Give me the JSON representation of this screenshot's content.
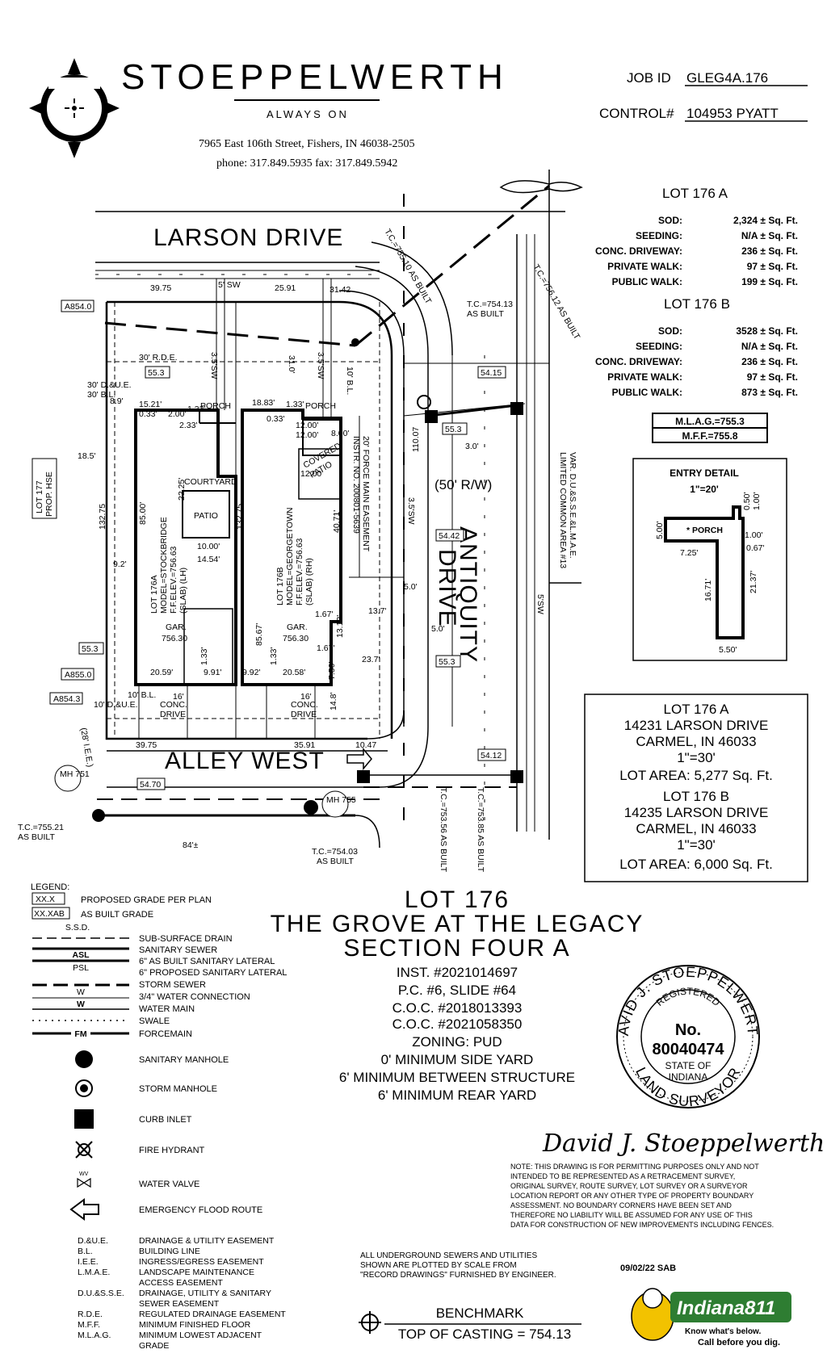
{
  "company": {
    "name": "STOEPPELWERTH",
    "tagline": "ALWAYS ON",
    "address": "7965 East 106th Street,  Fishers, IN  46038-2505",
    "phone": "phone: 317.849.5935   fax: 317.849.5942"
  },
  "job": {
    "job_id_label": "JOB ID",
    "job_id": "GLEG4A.176",
    "control_label": "CONTROL#",
    "control": "104953 PYATT"
  },
  "quantities": [
    {
      "title": "LOT 176 A",
      "rows": [
        {
          "label": "SOD:",
          "value": "2,324 ±  Sq. Ft."
        },
        {
          "label": "SEEDING:",
          "value": "N/A ±  Sq. Ft."
        },
        {
          "label": "CONC. DRIVEWAY:",
          "value": "236 ±  Sq. Ft."
        },
        {
          "label": "PRIVATE WALK:",
          "value": "97 ±  Sq. Ft."
        },
        {
          "label": "PUBLIC WALK:",
          "value": "199 ±  Sq. Ft."
        }
      ]
    },
    {
      "title": "LOT 176 B",
      "rows": [
        {
          "label": "SOD:",
          "value": "3528 ±  Sq. Ft."
        },
        {
          "label": "SEEDING:",
          "value": "N/A ±  Sq. Ft."
        },
        {
          "label": "CONC. DRIVEWAY:",
          "value": "236 ±  Sq. Ft."
        },
        {
          "label": "PRIVATE WALK:",
          "value": "97 ±  Sq. Ft."
        },
        {
          "label": "PUBLIC WALK:",
          "value": "873 ±  Sq. Ft."
        }
      ]
    }
  ],
  "grades": {
    "mlag": "M.L.A.G.=755.3",
    "mff": "M.F.F.=755.8"
  },
  "entry_detail": {
    "title": "ENTRY DETAIL",
    "scale": "1\"=20'",
    "porch": "* PORCH",
    "dims": [
      "5.00'",
      "7.25'",
      "0.50'",
      "1.00'",
      "1.00'",
      "0.67'",
      "16.71'",
      "21.37'",
      "5.50'"
    ]
  },
  "lot_info": [
    {
      "title": "LOT 176 A",
      "address": "14231 LARSON DRIVE",
      "city": "CARMEL, IN 46033",
      "scale": "1\"=30'",
      "area": "LOT AREA:  5,277 Sq. Ft."
    },
    {
      "title": "LOT 176 B",
      "address": "14235 LARSON DRIVE",
      "city": "CARMEL, IN 46033",
      "scale": "1\"=30'",
      "area": "LOT AREA:  6,000 Sq. Ft."
    }
  ],
  "plan_labels": {
    "larson": "LARSON DRIVE",
    "antiquity_1": "ANTIQUITY",
    "antiquity_2": "DRIVE",
    "alley": "ALLEY WEST",
    "rw": "(50' R/W)",
    "lot177": "LOT 177",
    "prop_hse": "PROP. HSE",
    "lot176a_lines": [
      "LOT 176A",
      "MODEL=STOCKBRIDGE",
      "F.F.ELEV.=756.63",
      "(SLAB) (LH)"
    ],
    "lot176b_lines": [
      "LOT 176B",
      "MODEL=GEORGETOWN",
      "F.F.ELEV.=756.63",
      "(SLAB) (RH)"
    ],
    "courtyard": "COURTYARD",
    "patio": "PATIO",
    "porch": "PORCH",
    "covered_patio_1": "COVERED",
    "covered_patio_2": "PATIO",
    "gar": "GAR.",
    "gar_elev": "756.30",
    "conc_drive_1": "CONC.",
    "conc_drive_2": "DRIVE",
    "force_main_1": "20' FORCE MAIN EASEMENT",
    "force_main_2": "INSTR. NO. 200801-5639",
    "limited_common_1": "LIMITED COMMON AREA #13",
    "limited_common_2": "VAR. D.U.&S.S.E.&L.M.A.E.",
    "rde": "30' R.D.E.",
    "due": "30' D.&U.E.",
    "bl": "30' B.L.",
    "mh751": "MH 751",
    "mh755": "MH 755",
    "tc_755_10": "T.C.=755.10 AS BUILT",
    "tc_754_13": "T.C.=754.13",
    "as_built": "AS BUILT",
    "tc_756_12": "T.C.=756.12 AS BUILT",
    "tc_755_21": "T.C.=755.21",
    "tc_754_03": "T.C.=754.03",
    "tc_753_56": "T.C.=753.56 AS BUILT",
    "tc_753_85": "T.C.=753.85 AS BUILT",
    "iee": "(28' I.E.E.)",
    "bl10": "10' B.L.",
    "due10": "10' D.&U.E.",
    "dim_84": "84'±",
    "grade_tags": [
      "A854.0",
      "55.3",
      "54.15",
      "55.3",
      "54.42",
      "55.3",
      "55.3",
      "A855.0",
      "A854.3",
      "54.70",
      "54.12"
    ],
    "dims": [
      "39.75",
      "5' SW",
      "25.91",
      "31.42",
      "15.21'",
      "0.33'",
      "2.00'",
      "1.33'",
      "2.33'",
      "18.83'",
      "1.33'",
      "0.33'",
      "12.00'",
      "8.00'",
      "12.00'",
      "12.00'",
      "132.75",
      "132.75",
      "85.00'",
      "22.25'",
      "10.00'",
      "14.54'",
      "18.5'",
      "9.2'",
      "8.9'",
      "85.67'",
      "40.71'",
      "13.7'",
      "1.67'",
      "13.12'",
      "1.67'",
      "7.50'",
      "23.7'",
      "20.59'",
      "9.91'",
      "9.92'",
      "20.58'",
      "14.8'",
      "1.33'",
      "1.33'",
      "16'",
      "16'",
      "39.75",
      "35.91",
      "10.47",
      "110.07",
      "3.0'",
      "5.0'",
      "31.0'",
      "3.5'SW",
      "3.5'SW",
      "10' B.L.",
      "5'SW",
      "3.5'SW",
      "5.0'"
    ]
  },
  "title_block": {
    "lot": "LOT 176",
    "sub1": "THE GROVE AT THE LEGACY",
    "sub2": "SECTION FOUR A",
    "lines": [
      "INST. #2021014697",
      "P.C. #6, SLIDE #64",
      "C.O.C. #2018013393",
      "C.O.C. #2021058350",
      "ZONING: PUD",
      "0' MINIMUM SIDE YARD",
      "6' MINIMUM BETWEEN STRUCTURE",
      "6' MINIMUM REAR YARD"
    ]
  },
  "seal": {
    "name": "DAVID J. STOEPPELWERTH",
    "registered": "REGISTERED",
    "no_label": "No.",
    "number": "80040474",
    "state1": "STATE OF",
    "state2": "INDIANA",
    "profession": "LAND SURVEYOR",
    "signature": "David J. Stoeppelwerth"
  },
  "legend": {
    "title": "LEGEND:",
    "grade_items": [
      {
        "sym": "XX.X",
        "text": "PROPOSED GRADE PER PLAN"
      },
      {
        "sym": "XX.XAB",
        "text": "AS BUILT GRADE"
      }
    ],
    "line_items": [
      {
        "sym": "S.S.D.",
        "text": "SUB-SURFACE DRAIN"
      },
      {
        "sym": "",
        "text": "SANITARY SEWER"
      },
      {
        "sym": "ASL",
        "text": "6\" AS BUILT SANITARY LATERAL"
      },
      {
        "sym": "PSL",
        "text": "6\" PROPOSED SANITARY LATERAL"
      },
      {
        "sym": "",
        "text": "STORM SEWER"
      },
      {
        "sym": "W",
        "text": "3/4\" WATER CONNECTION"
      },
      {
        "sym": "W",
        "text": "WATER MAIN"
      },
      {
        "sym": "",
        "text": "SWALE"
      },
      {
        "sym": "FM",
        "text": "FORCEMAIN"
      }
    ],
    "symbol_items": [
      {
        "text": "SANITARY MANHOLE"
      },
      {
        "text": "STORM MANHOLE"
      },
      {
        "text": "CURB INLET"
      },
      {
        "text": "FIRE HYDRANT"
      },
      {
        "text": "WATER VALVE",
        "sym": "WV"
      },
      {
        "text": "EMERGENCY FLOOD ROUTE"
      }
    ],
    "abbreviations": [
      {
        "abbr": "D.&U.E.",
        "text": "DRAINAGE & UTILITY EASEMENT"
      },
      {
        "abbr": "B.L.",
        "text": "BUILDING LINE"
      },
      {
        "abbr": "I.E.E.",
        "text": "INGRESS/EGRESS EASEMENT"
      },
      {
        "abbr": "L.M.A.E.",
        "text": "LANDSCAPE MAINTENANCE"
      },
      {
        "abbr": "",
        "text": "ACCESS EASEMENT"
      },
      {
        "abbr": "D.U.&S.S.E.",
        "text": "DRAINAGE, UTILITY & SANITARY"
      },
      {
        "abbr": "",
        "text": "SEWER EASEMENT"
      },
      {
        "abbr": "R.D.E.",
        "text": "REGULATED DRAINAGE EASEMENT"
      },
      {
        "abbr": "M.F.F.",
        "text": "MINIMUM FINISHED FLOOR"
      },
      {
        "abbr": "M.L.A.G.",
        "text": "MINIMUM LOWEST ADJACENT"
      },
      {
        "abbr": "",
        "text": "GRADE"
      }
    ]
  },
  "note": [
    "NOTE: THIS DRAWING IS FOR PERMITTING PURPOSES ONLY AND NOT",
    "INTENDED TO BE REPRESENTED AS A RETRACEMENT SURVEY,",
    "ORIGINAL SURVEY, ROUTE SURVEY, LOT SURVEY OR A SURVEYOR",
    "LOCATION REPORT OR ANY OTHER TYPE OF PROPERTY BOUNDARY",
    "ASSESSMENT. NO BOUNDARY CORNERS HAVE BEEN SET AND",
    "THEREFORE NO LIABILITY WILL BE ASSUMED FOR ANY USE OF THIS",
    "DATA FOR CONSTRUCTION OF NEW IMPROVEMENTS INCLUDING FENCES."
  ],
  "utilities_note": [
    "ALL UNDERGROUND SEWERS AND UTILITIES",
    "SHOWN ARE PLOTTED BY SCALE FROM",
    "\"RECORD DRAWINGS\" FURNISHED BY ENGINEER."
  ],
  "date_stamp": "09/02/22 SAB",
  "benchmark": {
    "title": "BENCHMARK",
    "value": "TOP  OF  CASTING  =  754.13"
  },
  "indiana811": {
    "name": "Indiana811",
    "line1": "Know what's below.",
    "line2": "Call before you dig."
  },
  "colors": {
    "ink": "#000000",
    "logo_yellow": "#f2c200",
    "logo_green": "#2e7d32"
  }
}
